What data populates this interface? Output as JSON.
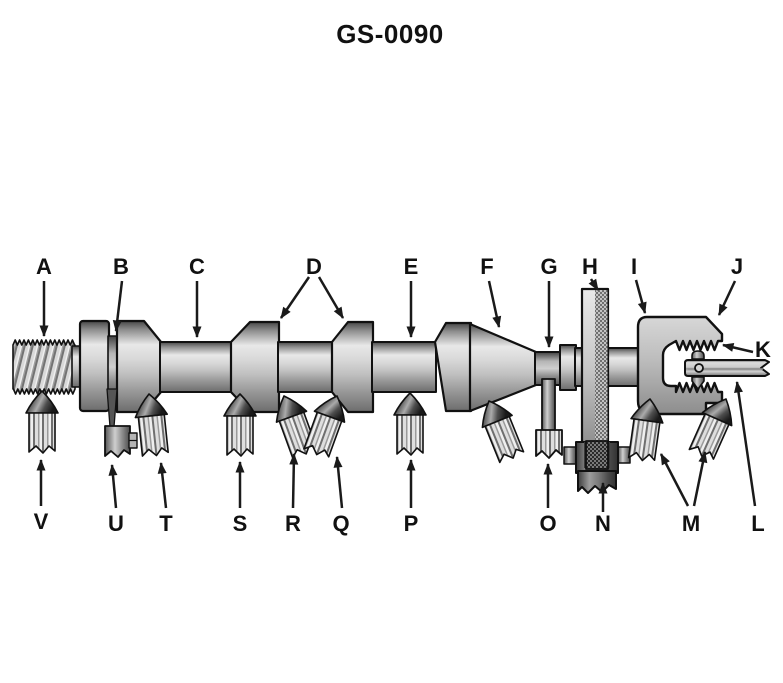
{
  "title": "GS-0090",
  "callouts": {
    "top": [
      "A",
      "B",
      "C",
      "D",
      "E",
      "F",
      "G",
      "H",
      "I",
      "J"
    ],
    "right": [
      "K"
    ],
    "bottom": [
      "V",
      "U",
      "T",
      "S",
      "R",
      "Q",
      "P",
      "O",
      "N",
      "M",
      "L"
    ]
  },
  "colors": {
    "outline": "#111111",
    "background": "#ffffff",
    "metal_light": "#e8e8e8",
    "metal_mid": "#bdbdbd",
    "metal_dark": "#4a4a4a"
  }
}
